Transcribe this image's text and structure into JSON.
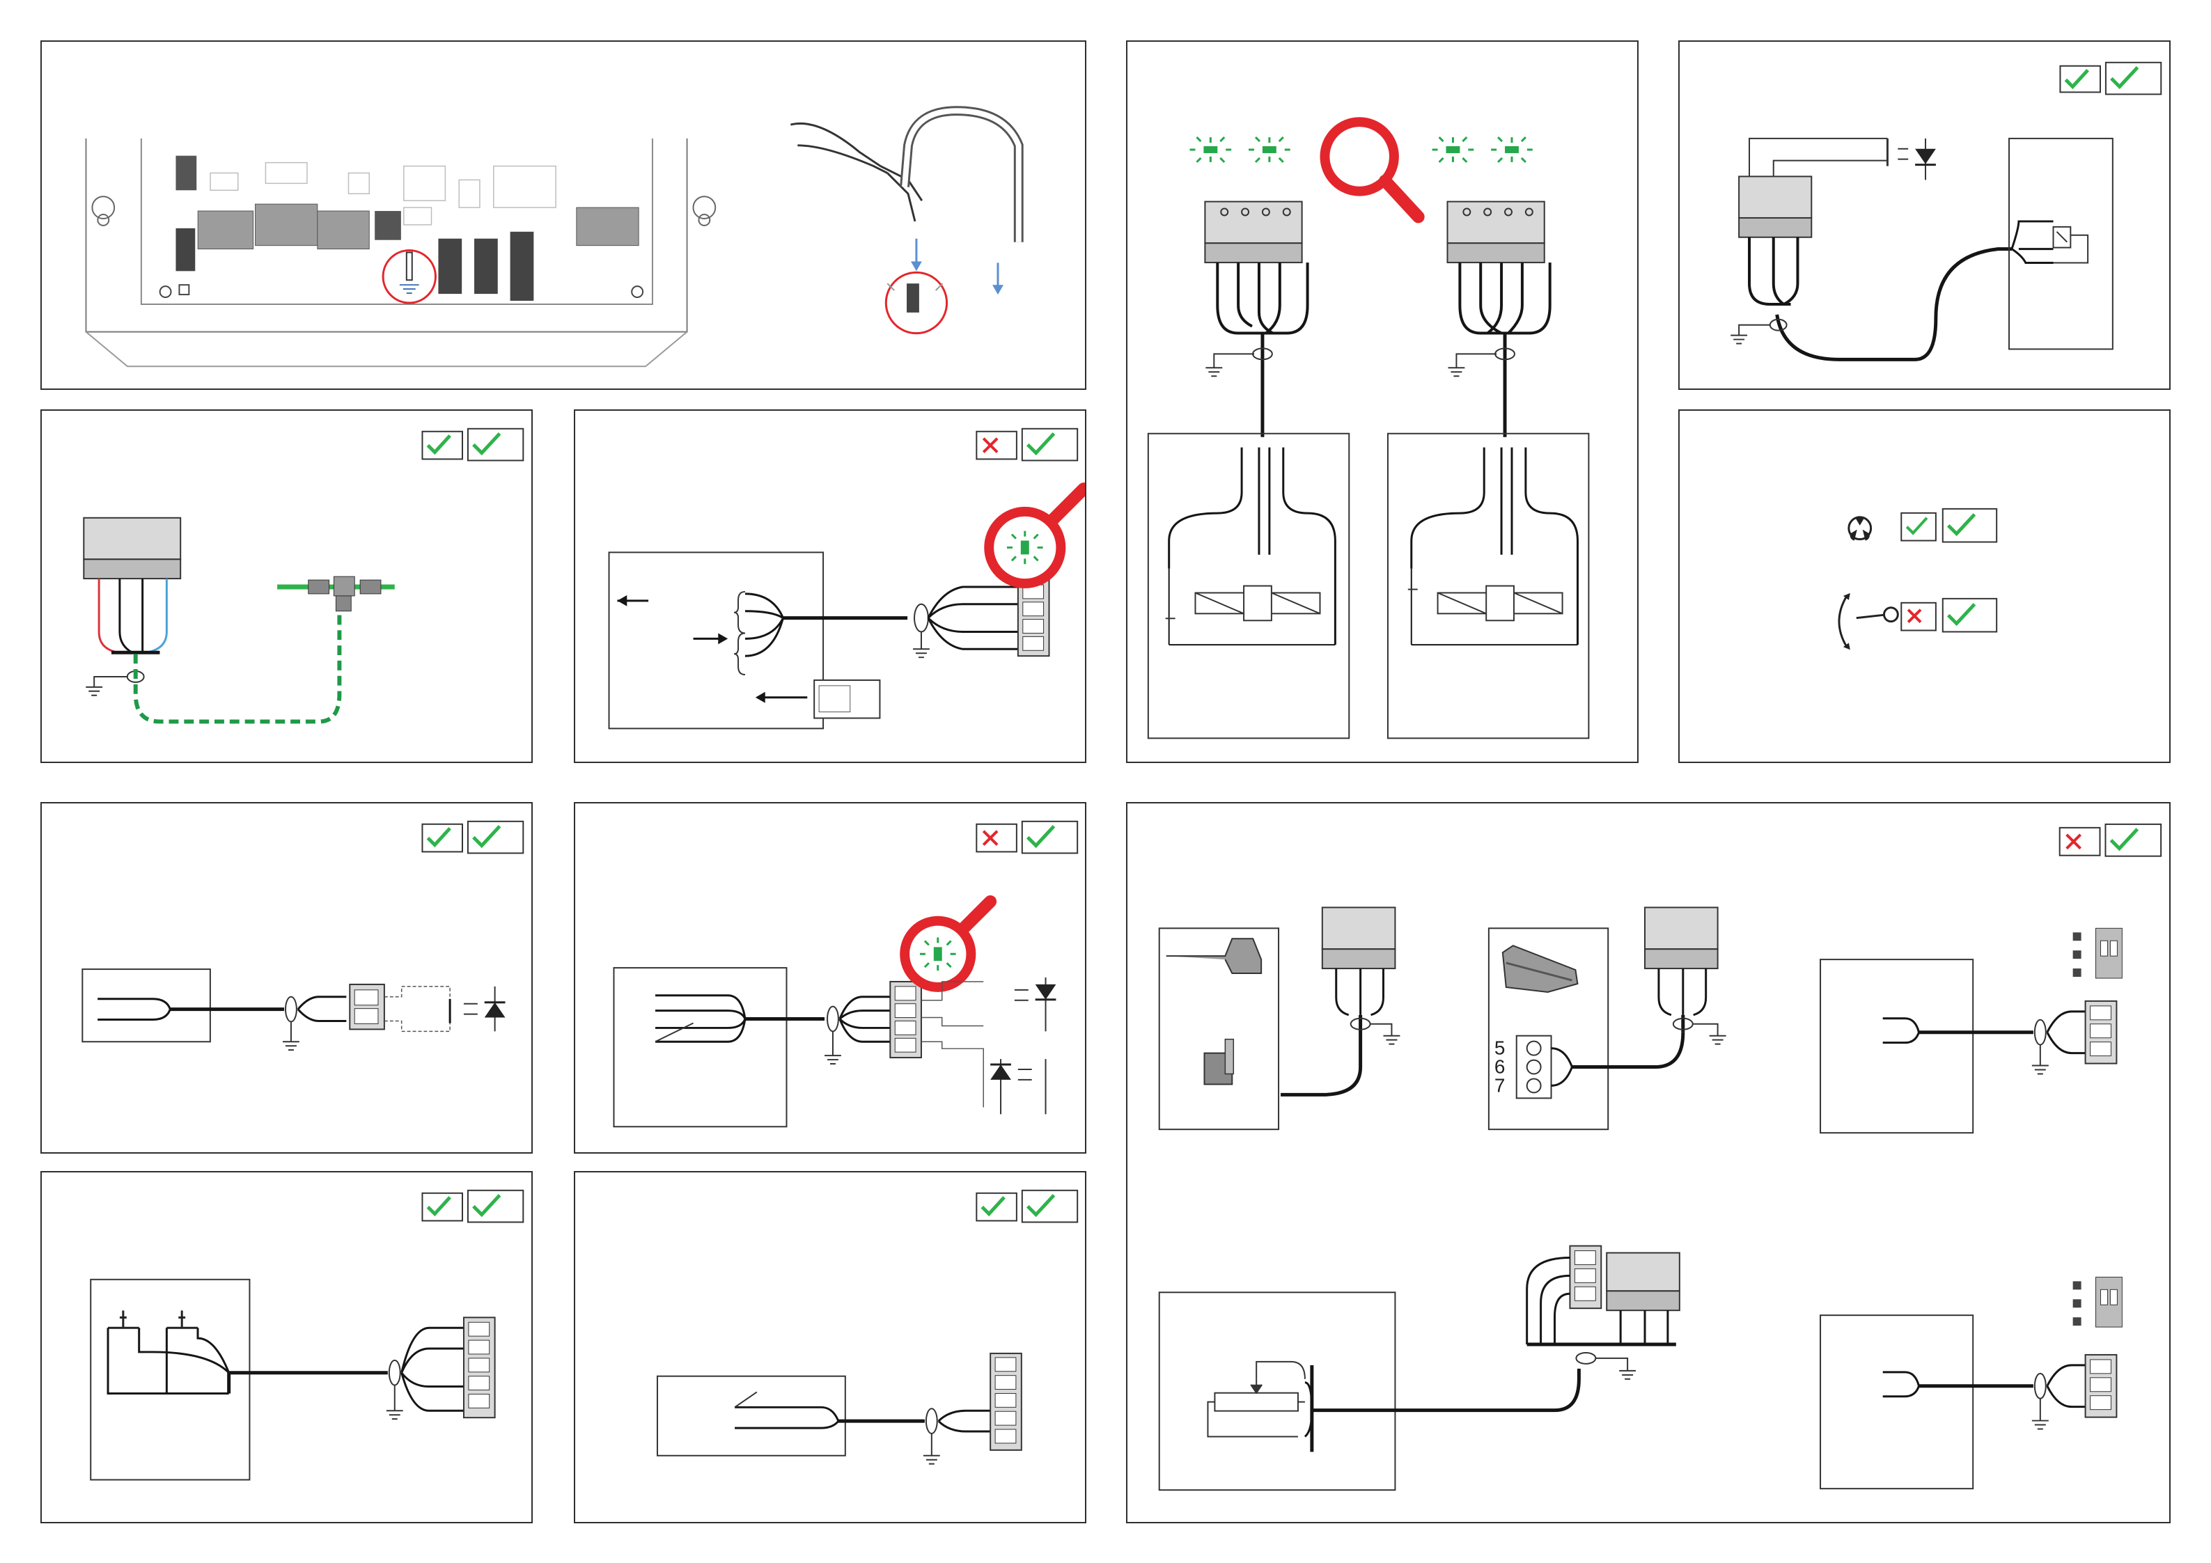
{
  "colors": {
    "wire": "#151515",
    "line": "#3a3a3a",
    "pcb": "#bdbdbd",
    "block_fill": "#d9d9d9",
    "led_green": "#24a84b",
    "magnifier_red": "#e3262b",
    "check_green": "#2eb34a",
    "red_wire": "#d9363e",
    "blue_wire": "#4aa3d8",
    "arrow_blue": "#5b8fd0",
    "dashed_green": "#1e9a47"
  },
  "icons": {
    "ground": "ground-icon",
    "led": "led-icon",
    "magnifier": "magnifier-icon",
    "check": "check-icon",
    "cross": "cross-icon",
    "diode": "diode-icon",
    "fan": "fan-icon",
    "knob": "knob-icon",
    "pliers": "pliers-icon"
  },
  "terminal_numbers": [
    "5",
    "6",
    "7"
  ]
}
